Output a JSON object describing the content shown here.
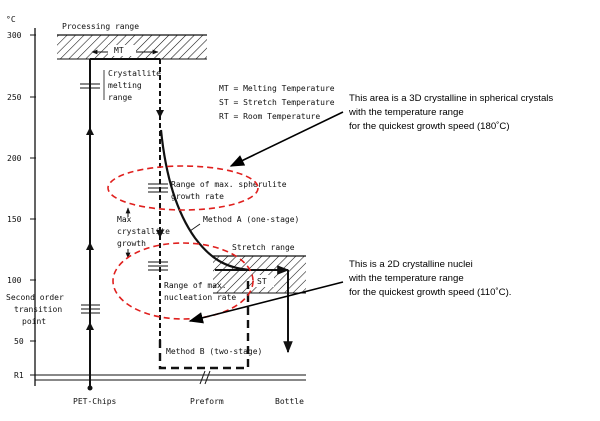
{
  "y_axis": {
    "unit": "°C",
    "ticks": [
      "300",
      "250",
      "200",
      "150",
      "100",
      "50",
      "R1"
    ]
  },
  "labels": {
    "processing_range": "Processing range",
    "mt_marker": "MT",
    "crystallite_melting_range": [
      "Crystallite",
      "melting",
      "range"
    ],
    "legend": [
      "MT = Melting Temperature",
      "ST = Stretch Temperature",
      "RT = Room Temperature"
    ],
    "spherulite_rate": [
      "Range of max. spherulite",
      "growth rate"
    ],
    "max_crystallite_growth": [
      "Max",
      "crystallite",
      "growth"
    ],
    "method_a": "Method A (one-stage)",
    "stretch_range": "Stretch range",
    "st_marker": "ST",
    "nucleation_rate": [
      "Range of max.",
      "nucleation rate"
    ],
    "second_order_transition": [
      "Second order",
      "transition",
      "point"
    ],
    "method_b": "Method B (two-stage)",
    "pet_chips": "PET-Chips",
    "preform": "Preform",
    "bottle": "Bottle"
  },
  "annotations": {
    "crystal_3d": [
      "This area is a 3D crystalline in spherical crystals",
      "with the temperature range",
      "for the quickest growth speed (180˚C)"
    ],
    "crystal_2d": [
      "This is a 2D crystalline nuclei",
      "with the temperature range",
      "for the quickest growth speed (110˚C)."
    ]
  },
  "colors": {
    "highlight": "#e0201e",
    "ink": "#111111"
  }
}
